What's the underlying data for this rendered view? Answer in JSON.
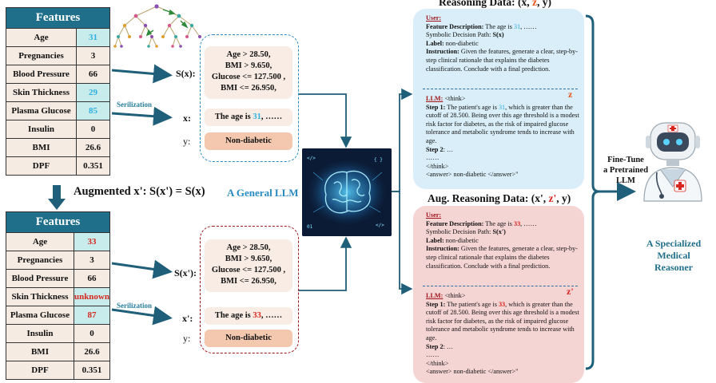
{
  "original_table": {
    "header": "Features",
    "rows": [
      {
        "name": "Age",
        "value": "31",
        "highlight": true
      },
      {
        "name": "Pregnancies",
        "value": "3",
        "highlight": false
      },
      {
        "name": "Blood Pressure",
        "value": "66",
        "highlight": false
      },
      {
        "name": "Skin Thickness",
        "value": "29",
        "highlight": true
      },
      {
        "name": "Plasma Glucose",
        "value": "85",
        "highlight": true
      },
      {
        "name": "Insulin",
        "value": "0",
        "highlight": false
      },
      {
        "name": "BMI",
        "value": "26.6",
        "highlight": false
      },
      {
        "name": "DPF",
        "value": "0.351",
        "highlight": false
      }
    ]
  },
  "augmented_table": {
    "header": "Features",
    "rows": [
      {
        "name": "Age",
        "value": "33",
        "highlight": true
      },
      {
        "name": "Pregnancies",
        "value": "3",
        "highlight": false
      },
      {
        "name": "Blood Pressure",
        "value": "66",
        "highlight": false
      },
      {
        "name": "Skin Thickness",
        "value": "unknown",
        "highlight": true
      },
      {
        "name": "Plasma Glucose",
        "value": "87",
        "highlight": true
      },
      {
        "name": "Insulin",
        "value": "0",
        "highlight": false
      },
      {
        "name": "BMI",
        "value": "26.6",
        "highlight": false
      },
      {
        "name": "DPF",
        "value": "0.351",
        "highlight": false
      }
    ]
  },
  "augmented_caption": "Augmented x': S(x') = S(x)",
  "serialization_label": "Serilization",
  "top_panel": {
    "s_label": "S(x):",
    "rules": [
      "Age > 28.50,",
      "BMI > 9.650,",
      "Glucose <= 127.500 ,",
      "BMI <= 26.950,"
    ],
    "x_label": "x:",
    "x_text_pre": "The age is ",
    "x_text_val": "31",
    "x_text_post": ", ……",
    "y_label": "y:",
    "y_text": "Non-diabetic"
  },
  "bottom_panel": {
    "s_label": "S(x'):",
    "rules": [
      "Age > 28.50,",
      "BMI > 9.650,",
      "Glucose <= 127.500 ,",
      "BMI <= 26.950,"
    ],
    "x_label": "x':",
    "x_text_pre": "The age is ",
    "x_text_val": "33",
    "x_text_post": ", ……",
    "y_label": "y:",
    "y_text": "Non-diabetic"
  },
  "general_llm_label": "A General LLM",
  "reasoning_top": {
    "title_pre": "Reasoning Data: (",
    "title_x": "x",
    "title_sep1": ", ",
    "title_z": "z",
    "title_post": ", y)",
    "user_label": "User:",
    "feat_desc_label": "Feature Description:",
    "feat_desc_pre": " The age is ",
    "feat_desc_val": "31",
    "feat_desc_post": ", ……",
    "path_pre": "Symbolic Decision Path: ",
    "path_val": "S(x)",
    "label_label": "Label:",
    "label_val": " non-diabetic",
    "instr_label": "Instruction:",
    "instr_text": " Given the features, generate a clear, step-by-step clinical rationale that explains the diabetes classification. Conclude with a final prediction.",
    "z_mark": "z",
    "llm_label": "LLM:",
    "think_open": " <think>",
    "step1_label": "Step 1:",
    "step1_pre": " The patient's age is ",
    "step1_val": "31",
    "step1_post": ", which is greater than the cutoff of 28.500. Being over this age threshold is a modest risk factor for diabetes, as the risk of impaired glucose tolerance and metabolic syndrome tends to increase with age.",
    "step2_label": "Step 2",
    "step2_post": ": …",
    "ellipsis": "……",
    "think_close": "</think>",
    "answer": "<answer> non-diabetic </answer>\""
  },
  "reasoning_bottom": {
    "title_pre": "Aug. Reasoning Data: (",
    "title_x": "x'",
    "title_sep1": ", ",
    "title_z": "z'",
    "title_post": ", y)",
    "user_label": "User:",
    "feat_desc_label": "Feature Description:",
    "feat_desc_pre": " The age is ",
    "feat_desc_val": "33",
    "feat_desc_post": ", ……",
    "path_pre": "Symbolic Decision Path: ",
    "path_val": "S(x')",
    "label_label": "Label:",
    "label_val": " non-diabetic",
    "instr_label": "Instruction:",
    "instr_text": " Given the features, generate a clear, step-by-step clinical rationale that explains the diabetes classification. Conclude with a final prediction.",
    "z_mark": "z'",
    "llm_label": "LLM:",
    "think_open": " <think>",
    "step1_label": "Step 1:",
    "step1_pre": " The patient's age is ",
    "step1_val": "33",
    "step1_post": ", which is greater than the cutoff of 28.500. Being over this age threshold is a modest risk factor for diabetes, as the risk of impaired glucose tolerance and metabolic syndrome tends to increase with age.",
    "step2_label": "Step 2",
    "step2_post": ": …",
    "ellipsis": "……",
    "think_close": "</think>",
    "answer": "<answer> non-diabetic </answer>\""
  },
  "finetune_label": [
    "Fine-Tune",
    "a Pretrained",
    "LLM"
  ],
  "specialized_label": [
    "A Specialized",
    "Medical",
    "Reasoner"
  ],
  "colors": {
    "teal_header": "#1f6f8b",
    "highlight_blue": "#2eb0e0",
    "highlight_red": "#d7261e",
    "arrow": "#1f5f7a"
  }
}
